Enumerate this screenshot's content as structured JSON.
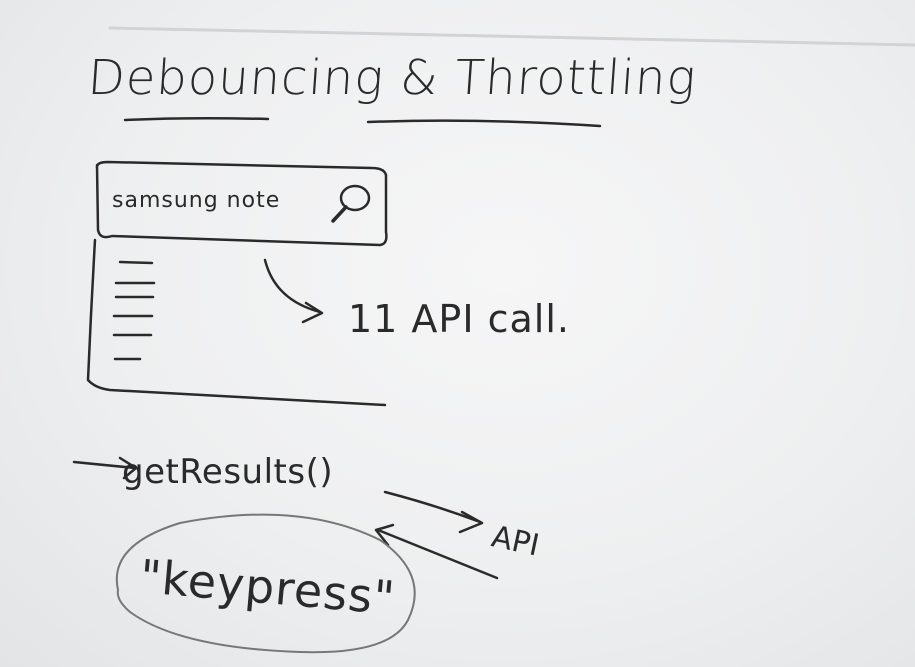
{
  "title": "Debouncing & Throttling",
  "search_box": {
    "text": "samsung note",
    "icon": "search-icon"
  },
  "result_list": {
    "items": 6
  },
  "api_call_text": "11 API call.",
  "function_label": "getResults()",
  "api_label": "API",
  "event_label": "\"keypress\"",
  "colors": {
    "board": "#eeeff0",
    "ink": "#2a2a2a"
  }
}
